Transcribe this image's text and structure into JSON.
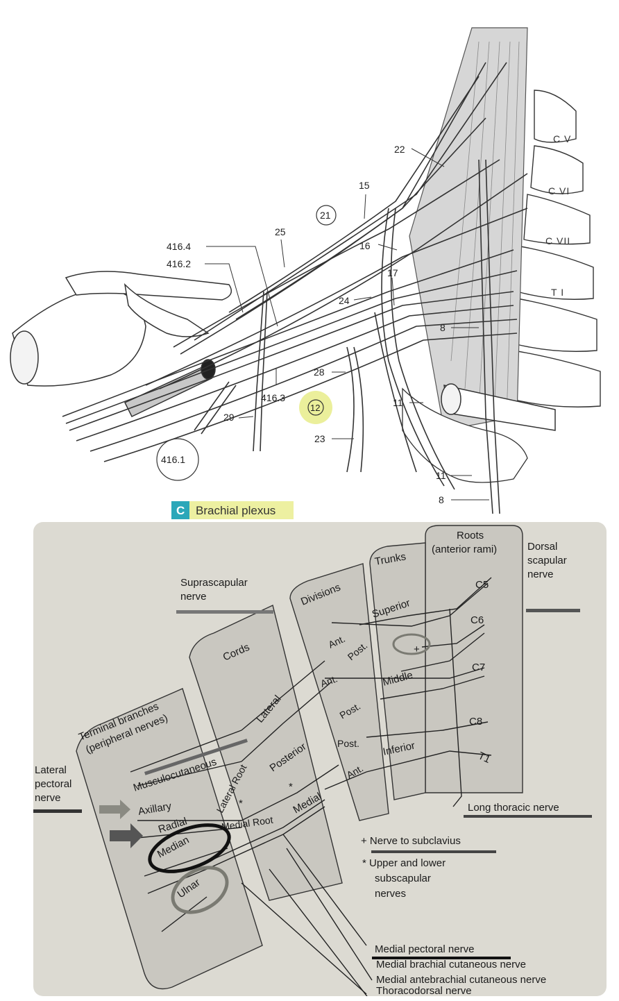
{
  "top": {
    "caption_badge": "C",
    "caption": "Brachial plexus",
    "vertebrae": [
      "C V",
      "C VI",
      "C VII",
      "T I"
    ],
    "labels": {
      "l416_4": "416.4",
      "l416_2": "416.2",
      "l25": "25",
      "l21": "21",
      "l15": "15",
      "l22": "22",
      "l16": "16",
      "l17": "17",
      "l24": "24",
      "l8a": "8",
      "l28": "28",
      "l416_3": "416.3",
      "l12": "12",
      "l29": "29",
      "l23": "23",
      "l11a": "11",
      "l416_1": "416.1",
      "l11b": "11",
      "l8b": "8"
    }
  },
  "bottom": {
    "headers": {
      "roots_1": "Roots",
      "roots_2": "(anterior rami)",
      "trunks": "Trunks",
      "divisions": "Divisions",
      "cords": "Cords",
      "terminal_1": "Terminal branches",
      "terminal_2": "(peripheral nerves)"
    },
    "roots": [
      "C5",
      "C6",
      "C7",
      "C8",
      "T1"
    ],
    "trunks": [
      "Superior",
      "Middle",
      "Inferior"
    ],
    "divisions": [
      "Ant.",
      "Post.",
      "Ant.",
      "Post.",
      "Post.",
      "Ant."
    ],
    "cords": [
      "Lateral",
      "Posterior",
      "Medial"
    ],
    "roots_labels": [
      "Lateral Root",
      "Medial Root"
    ],
    "terminal": [
      "Musculocutaneous",
      "Axillary",
      "Radial",
      "Median",
      "Ulnar"
    ],
    "side_labels": {
      "suprascapular_1": "Suprascapular",
      "suprascapular_2": "nerve",
      "dorsal_1": "Dorsal",
      "dorsal_2": "scapular",
      "dorsal_3": "nerve",
      "lat_pect_1": "Lateral",
      "lat_pect_2": "pectoral",
      "lat_pect_3": "nerve",
      "long_thoracic": "Long thoracic nerve",
      "subclavius": "+ Nerve to subclavius",
      "subscap_1": "* Upper and lower",
      "subscap_2": "subscapular",
      "subscap_3": "nerves",
      "medial_pectoral": "Medial pectoral nerve",
      "medial_brachial": "Medial brachial cutaneous nerve",
      "medial_antebrachial": "Medial antebrachial cutaneous nerve",
      "thoracodorsal": "Thoracodorsal nerve",
      "plus": "+",
      "star1": "*",
      "star2": "*"
    },
    "colors": {
      "paper": "#dcdad2",
      "panel": "#c9c7c0",
      "highlight": "#e8ec8a",
      "ink": "#222222"
    }
  }
}
